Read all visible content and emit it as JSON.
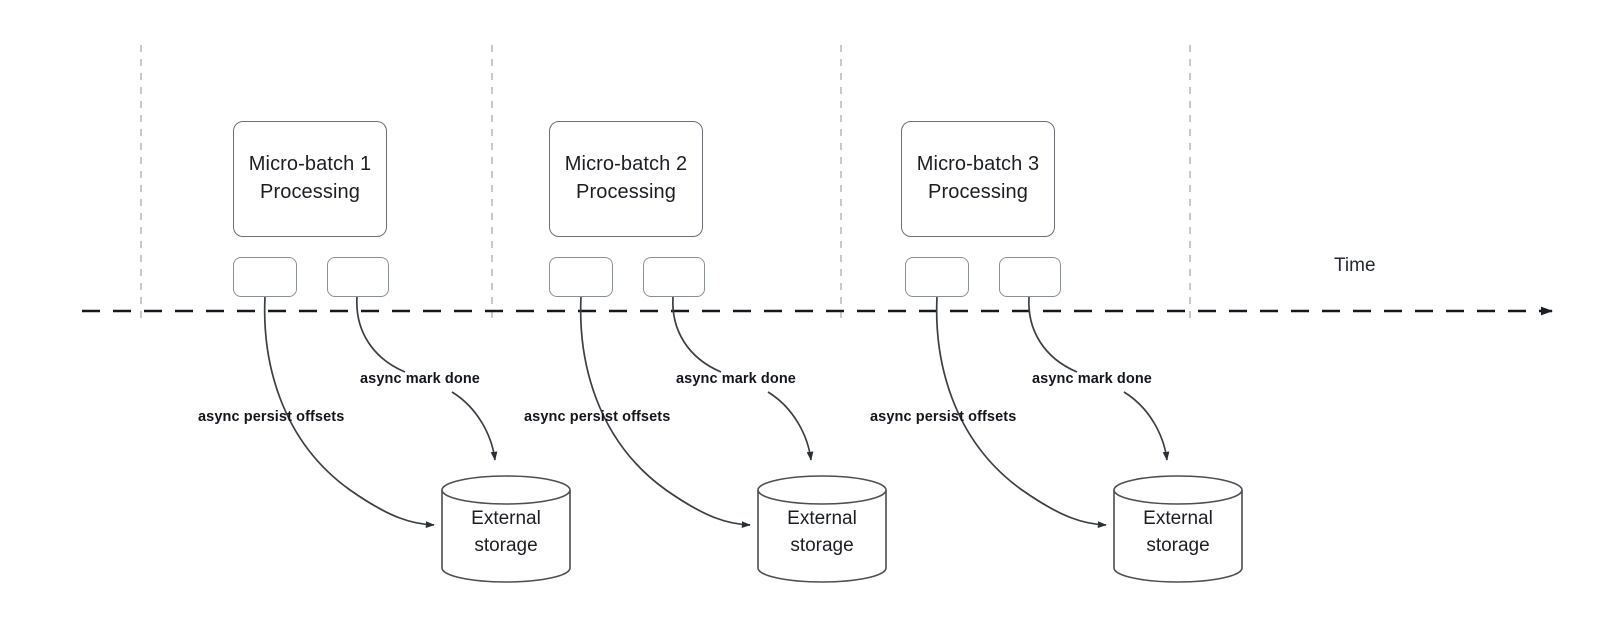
{
  "diagram": {
    "title_axis": "Time",
    "colors": {
      "box_stroke": "#6b7076",
      "mini_stroke": "#8a9097",
      "cylinder_stroke": "#4a4f55",
      "axis": "#14181d",
      "tick_dash": "#b9bcc0",
      "curve": "#3a3f45",
      "text": "#1b1f24",
      "label_text": "#12161b",
      "background": "#ffffff"
    },
    "axis": {
      "label": "Time",
      "arrow_icon": "arrow-right-icon"
    },
    "groups": [
      {
        "id": 1,
        "process_label": "Micro-batch 1\nProcessing",
        "task_slots": [
          "",
          ""
        ],
        "storage_label": "External\nstorage",
        "edges": [
          {
            "label": "async persist offsets",
            "kind": "persist"
          },
          {
            "label": "async mark done",
            "kind": "mark-done"
          }
        ]
      },
      {
        "id": 2,
        "process_label": "Micro-batch 2\nProcessing",
        "task_slots": [
          "",
          ""
        ],
        "storage_label": "External\nstorage",
        "edges": [
          {
            "label": "async persist offsets",
            "kind": "persist"
          },
          {
            "label": "async mark done",
            "kind": "mark-done"
          }
        ]
      },
      {
        "id": 3,
        "process_label": "Micro-batch 3\nProcessing",
        "task_slots": [
          "",
          ""
        ],
        "storage_label": "External\nstorage",
        "edges": [
          {
            "label": "async persist offsets",
            "kind": "persist"
          },
          {
            "label": "async mark done",
            "kind": "mark-done"
          }
        ]
      }
    ]
  }
}
